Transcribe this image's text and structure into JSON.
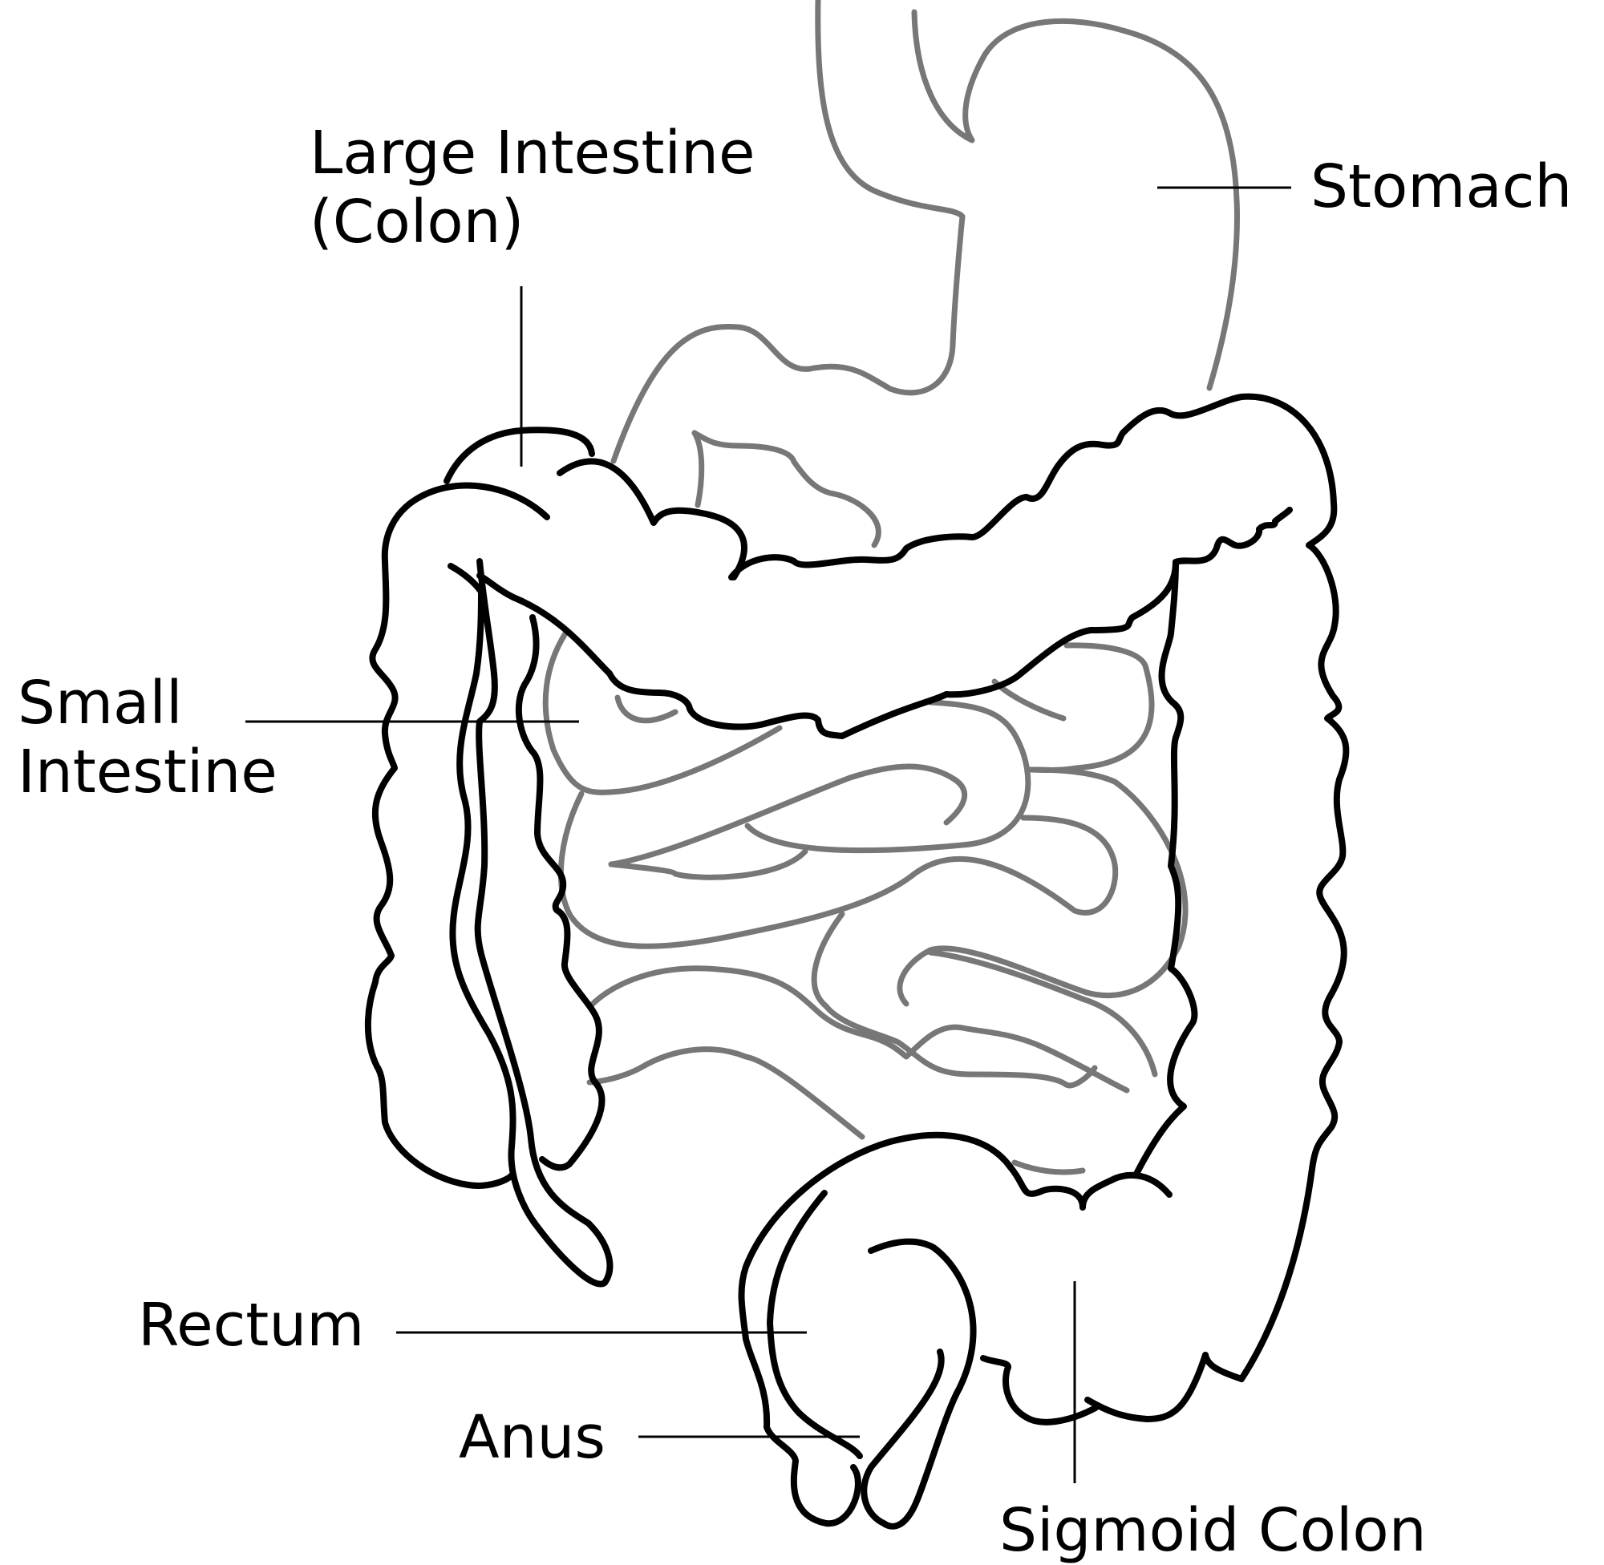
{
  "labels": {
    "large_intestine_line1": "Large Intestine",
    "large_intestine_line2": "(Colon)",
    "stomach": "Stomach",
    "small_intestine_line1": "Small",
    "small_intestine_line2": "Intestine",
    "rectum": "Rectum",
    "anus": "Anus",
    "sigmoid_colon": "Sigmoid Colon"
  },
  "colors": {
    "outline": "#000000",
    "background_organs": "#777777",
    "background": "#ffffff"
  }
}
